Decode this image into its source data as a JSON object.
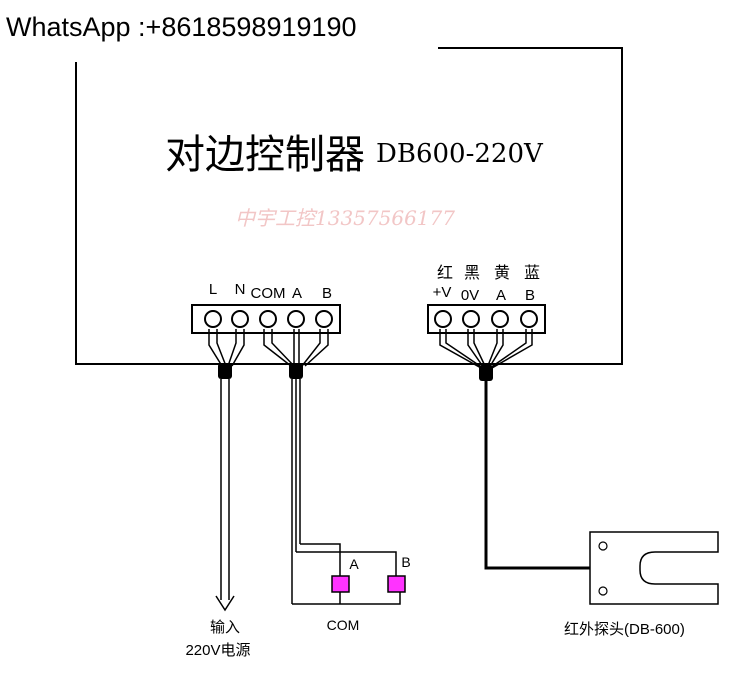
{
  "header": {
    "contact": "WhatsApp :+8618598919190"
  },
  "controller": {
    "title_cn": "对边控制器",
    "model": "DB600-220V",
    "watermark": "中宇工控13357566177"
  },
  "terminals_left": {
    "labels": [
      "L",
      "N",
      "COM",
      "A",
      "B"
    ]
  },
  "terminals_right": {
    "color_labels": [
      "红",
      "黑",
      "黄",
      "蓝"
    ],
    "signal_labels": [
      "+V",
      "0V",
      "A",
      "B"
    ]
  },
  "power_input": {
    "label_line1": "输入",
    "label_line2": "220V电源"
  },
  "output_loads": {
    "label_a": "A",
    "label_b": "B",
    "label_com": "COM",
    "coil_color": "#ff33ff"
  },
  "probe": {
    "label": "红外探头(DB-600)"
  }
}
